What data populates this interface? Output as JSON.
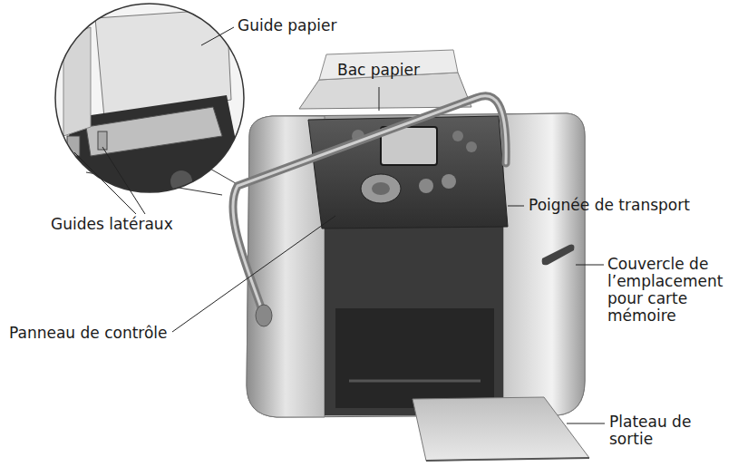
{
  "diagram": {
    "labels": [
      "Guide papier",
      "Bac papier",
      "Guides latéraux",
      "Poignée de transport",
      "Couvercle de l’emplacement pour carte mémoire",
      "Panneau de contrôle",
      "Plateau de sortie"
    ]
  }
}
